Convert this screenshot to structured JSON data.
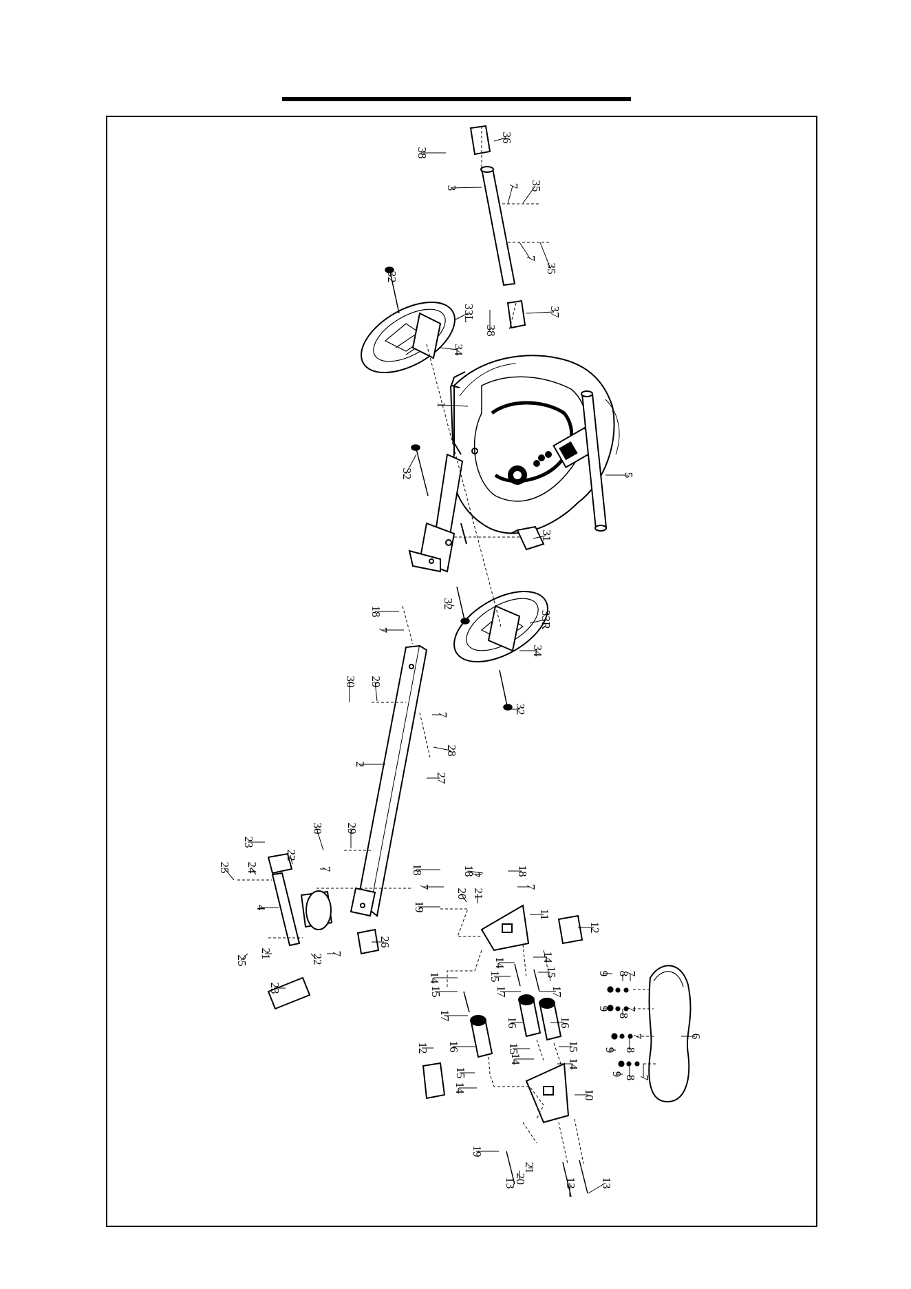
{
  "diagram": {
    "type": "exploded-parts-view",
    "title": "",
    "orientation": "rotated 90° clockwise",
    "part_labels": [
      "1",
      "2",
      "3",
      "4",
      "5",
      "6",
      "7",
      "8",
      "9",
      "10",
      "11",
      "12",
      "13",
      "14",
      "15",
      "16",
      "17",
      "18",
      "19",
      "20",
      "21",
      "22",
      "23",
      "24",
      "25",
      "26",
      "27",
      "28",
      "29",
      "30",
      "31",
      "32",
      "33L",
      "33R",
      "34",
      "35",
      "36",
      "37",
      "38"
    ]
  }
}
